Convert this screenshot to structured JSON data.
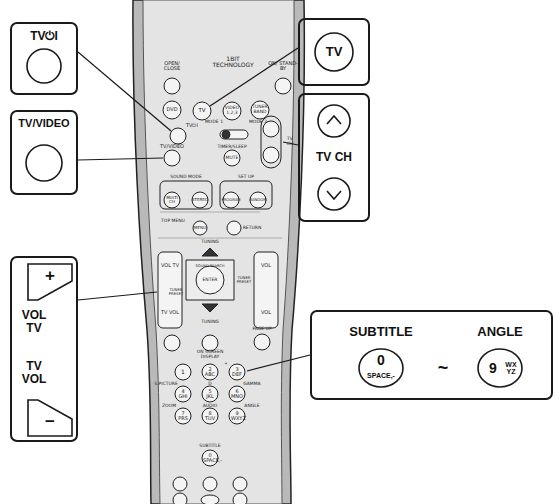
{
  "diagram": {
    "nodes": [
      {
        "text": [
          "TV⏻I"
        ]
      },
      {
        "text": [
          "TV"
        ]
      },
      {
        "text": [
          "TV/VIDEO"
        ]
      },
      {
        "text": [
          "TV CH"
        ]
      },
      {
        "text": [
          "+",
          "VOL TV",
          "TV VOL",
          "−"
        ]
      },
      {
        "text": [
          "SUBTITLE",
          "0",
          "SPACE,-",
          "~",
          "ANGLE",
          "9",
          "WX YZ"
        ]
      }
    ],
    "labels": [
      "OPEN/ CLOSE",
      "1BIT TECHNOLOGY",
      "ON/ STAND-BY",
      "DVD",
      "TV",
      "VIDEO 1,2,3",
      "TUNER BAND",
      "TV⏻I",
      "MODE 1",
      "MODE 2",
      "TV/VIDEO",
      "TIMER/SLEEP",
      "MUTE",
      "TV CH",
      "SOUND MODE",
      "SET UP",
      "MULTI CH",
      "STEREO",
      "PROGRAM",
      "RANDOM",
      "TOP MENU",
      "MENU",
      "RETURN",
      "TUNING",
      "VOL TV",
      "TV VOL",
      "VOL",
      "VOL",
      "ENTER",
      "SOUND SEARCH",
      "TUNER PRESET",
      "TUNER PRESET",
      "TUNING",
      "PAGE UP",
      "ON SCREEN DISPLAY",
      "1",
      "2 ABC",
      "3 DEF",
      "4 GHI",
      "5 JKL",
      "6 MNO",
      "7 PRS",
      "8 TUV",
      "9 WXYZ",
      "0 SPACE,-",
      "S.PICTURE",
      "GAMMA",
      "D",
      "ZOOM",
      "AUDIO",
      "ANGLE",
      "SUBTITLE",
      "*"
    ]
  }
}
